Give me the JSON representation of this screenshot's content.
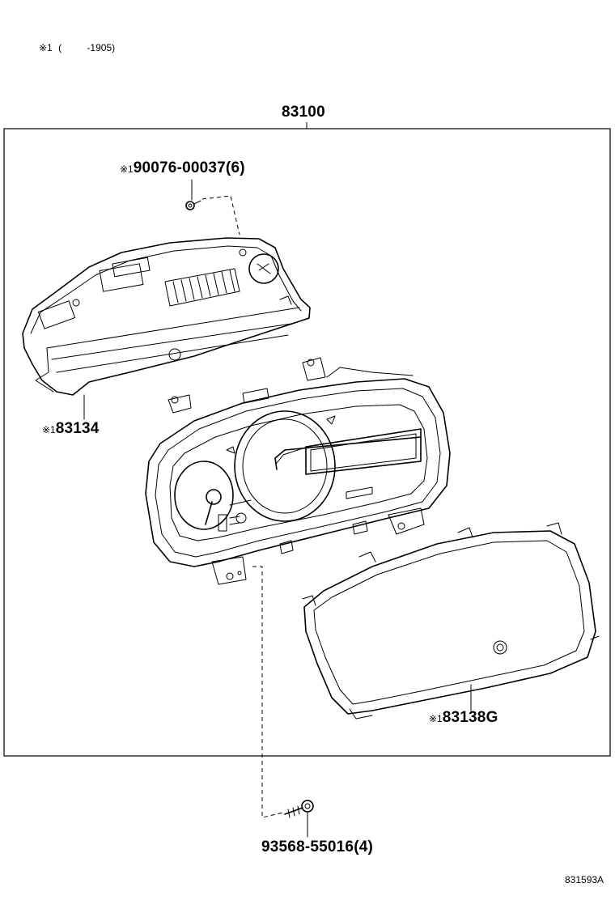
{
  "header": {
    "note_mark": "※1",
    "note_open": "(",
    "note_range": "-1905)"
  },
  "assembly": {
    "part_no": "83100"
  },
  "parts": [
    {
      "id": "screw-top",
      "mark": "※1",
      "part_no": "90076-00037(6)"
    },
    {
      "id": "rear-case",
      "mark": "※1",
      "part_no": "83134"
    },
    {
      "id": "lens-glass",
      "mark": "※1",
      "part_no": "83138G"
    },
    {
      "id": "screw-bottom",
      "mark": "",
      "part_no": "93568-55016(4)"
    }
  ],
  "footer": {
    "figure_code": "831593A"
  }
}
